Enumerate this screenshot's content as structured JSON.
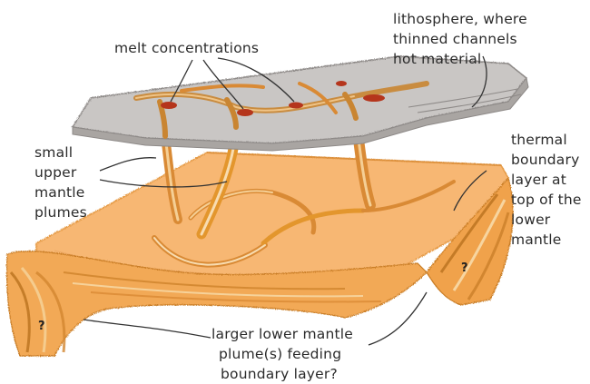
{
  "labels": {
    "melt": "melt concentrations",
    "lithosphere": [
      "lithosphere, where",
      "thinned channels",
      "hot material"
    ],
    "small_plumes": [
      "small",
      "upper",
      "mantle",
      "plumes"
    ],
    "thermal": [
      "thermal",
      "boundary",
      "layer at",
      "top of the",
      "lower",
      "mantle"
    ],
    "larger": [
      "larger lower mantle",
      "plume(s) feeding",
      "boundary layer?"
    ],
    "question": "?"
  },
  "colors": {
    "lithosphere_fill": "#c9c6c4",
    "lithosphere_edge": "#8e8a88",
    "boundary_fill": "#f7b773",
    "plume_orange": "#e3962d",
    "plume_light": "#f4c98a",
    "melt_red": "#b5351c",
    "leader_line": "#333333"
  }
}
